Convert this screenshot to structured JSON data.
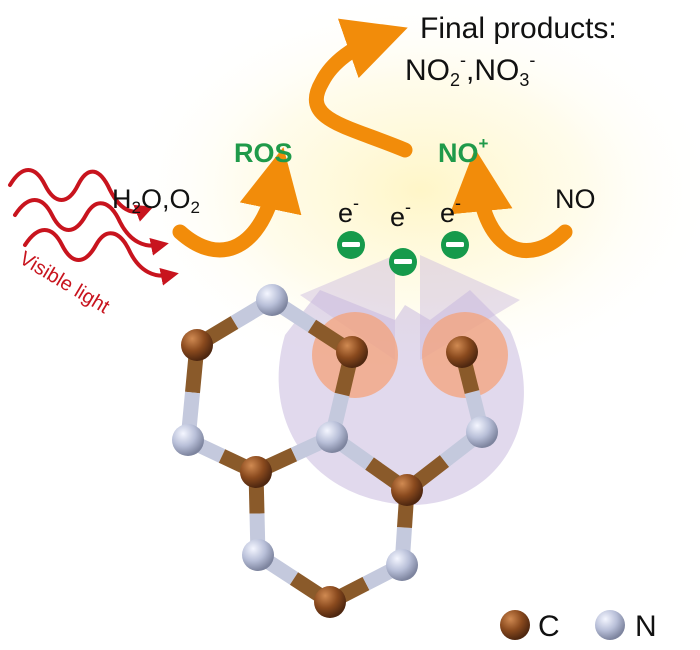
{
  "products": {
    "title": "Final products:",
    "species_a": "NO",
    "species_a_sub": "2",
    "species_a_sup": "-",
    "separator": ",",
    "species_b": "NO",
    "species_b_sub": "3",
    "species_b_sup": "-"
  },
  "ros_label": "ROS",
  "no_plus": {
    "base": "NO",
    "sup": "+"
  },
  "reactant_left": {
    "h": "H",
    "sub": "2",
    "rest": "O,O",
    "sub2": "2"
  },
  "reactant_right": "NO",
  "electron": {
    "base": "e",
    "sup": "-"
  },
  "electron_badge": "−",
  "light_label": "Visible light",
  "legend": {
    "carbon": "C",
    "nitrogen": "N"
  },
  "colors": {
    "carbon": "#8a4a1e",
    "nitrogen": "#b8bfd8",
    "bond_carbon": "#8a5a2a",
    "bond_nitrogen": "#c4c9dd",
    "arrow": "#f28c0a",
    "light": "#c8141e",
    "electron": "#169a4b",
    "ros": "#1f9a4a",
    "active_site": "#f4a27a",
    "halo": "#c9b9de"
  }
}
